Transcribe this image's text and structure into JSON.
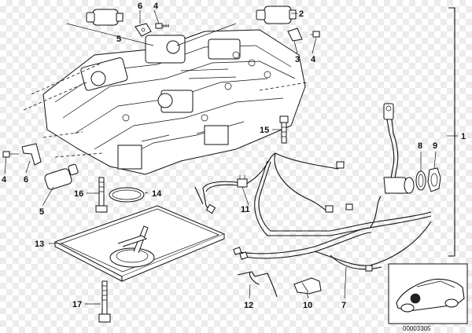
{
  "callouts": {
    "c1": "1",
    "c2": "2",
    "c3": "3",
    "c4a": "4",
    "c4b": "4",
    "c4c": "4",
    "c5a": "5",
    "c5b": "5",
    "c6a": "6",
    "c6b": "6",
    "c7": "7",
    "c8": "8",
    "c9": "9",
    "c10": "10",
    "c11": "11",
    "c12": "12",
    "c13": "13",
    "c14": "14",
    "c15": "15",
    "c16": "16",
    "c17": "17"
  },
  "diagram_code": "00003305"
}
